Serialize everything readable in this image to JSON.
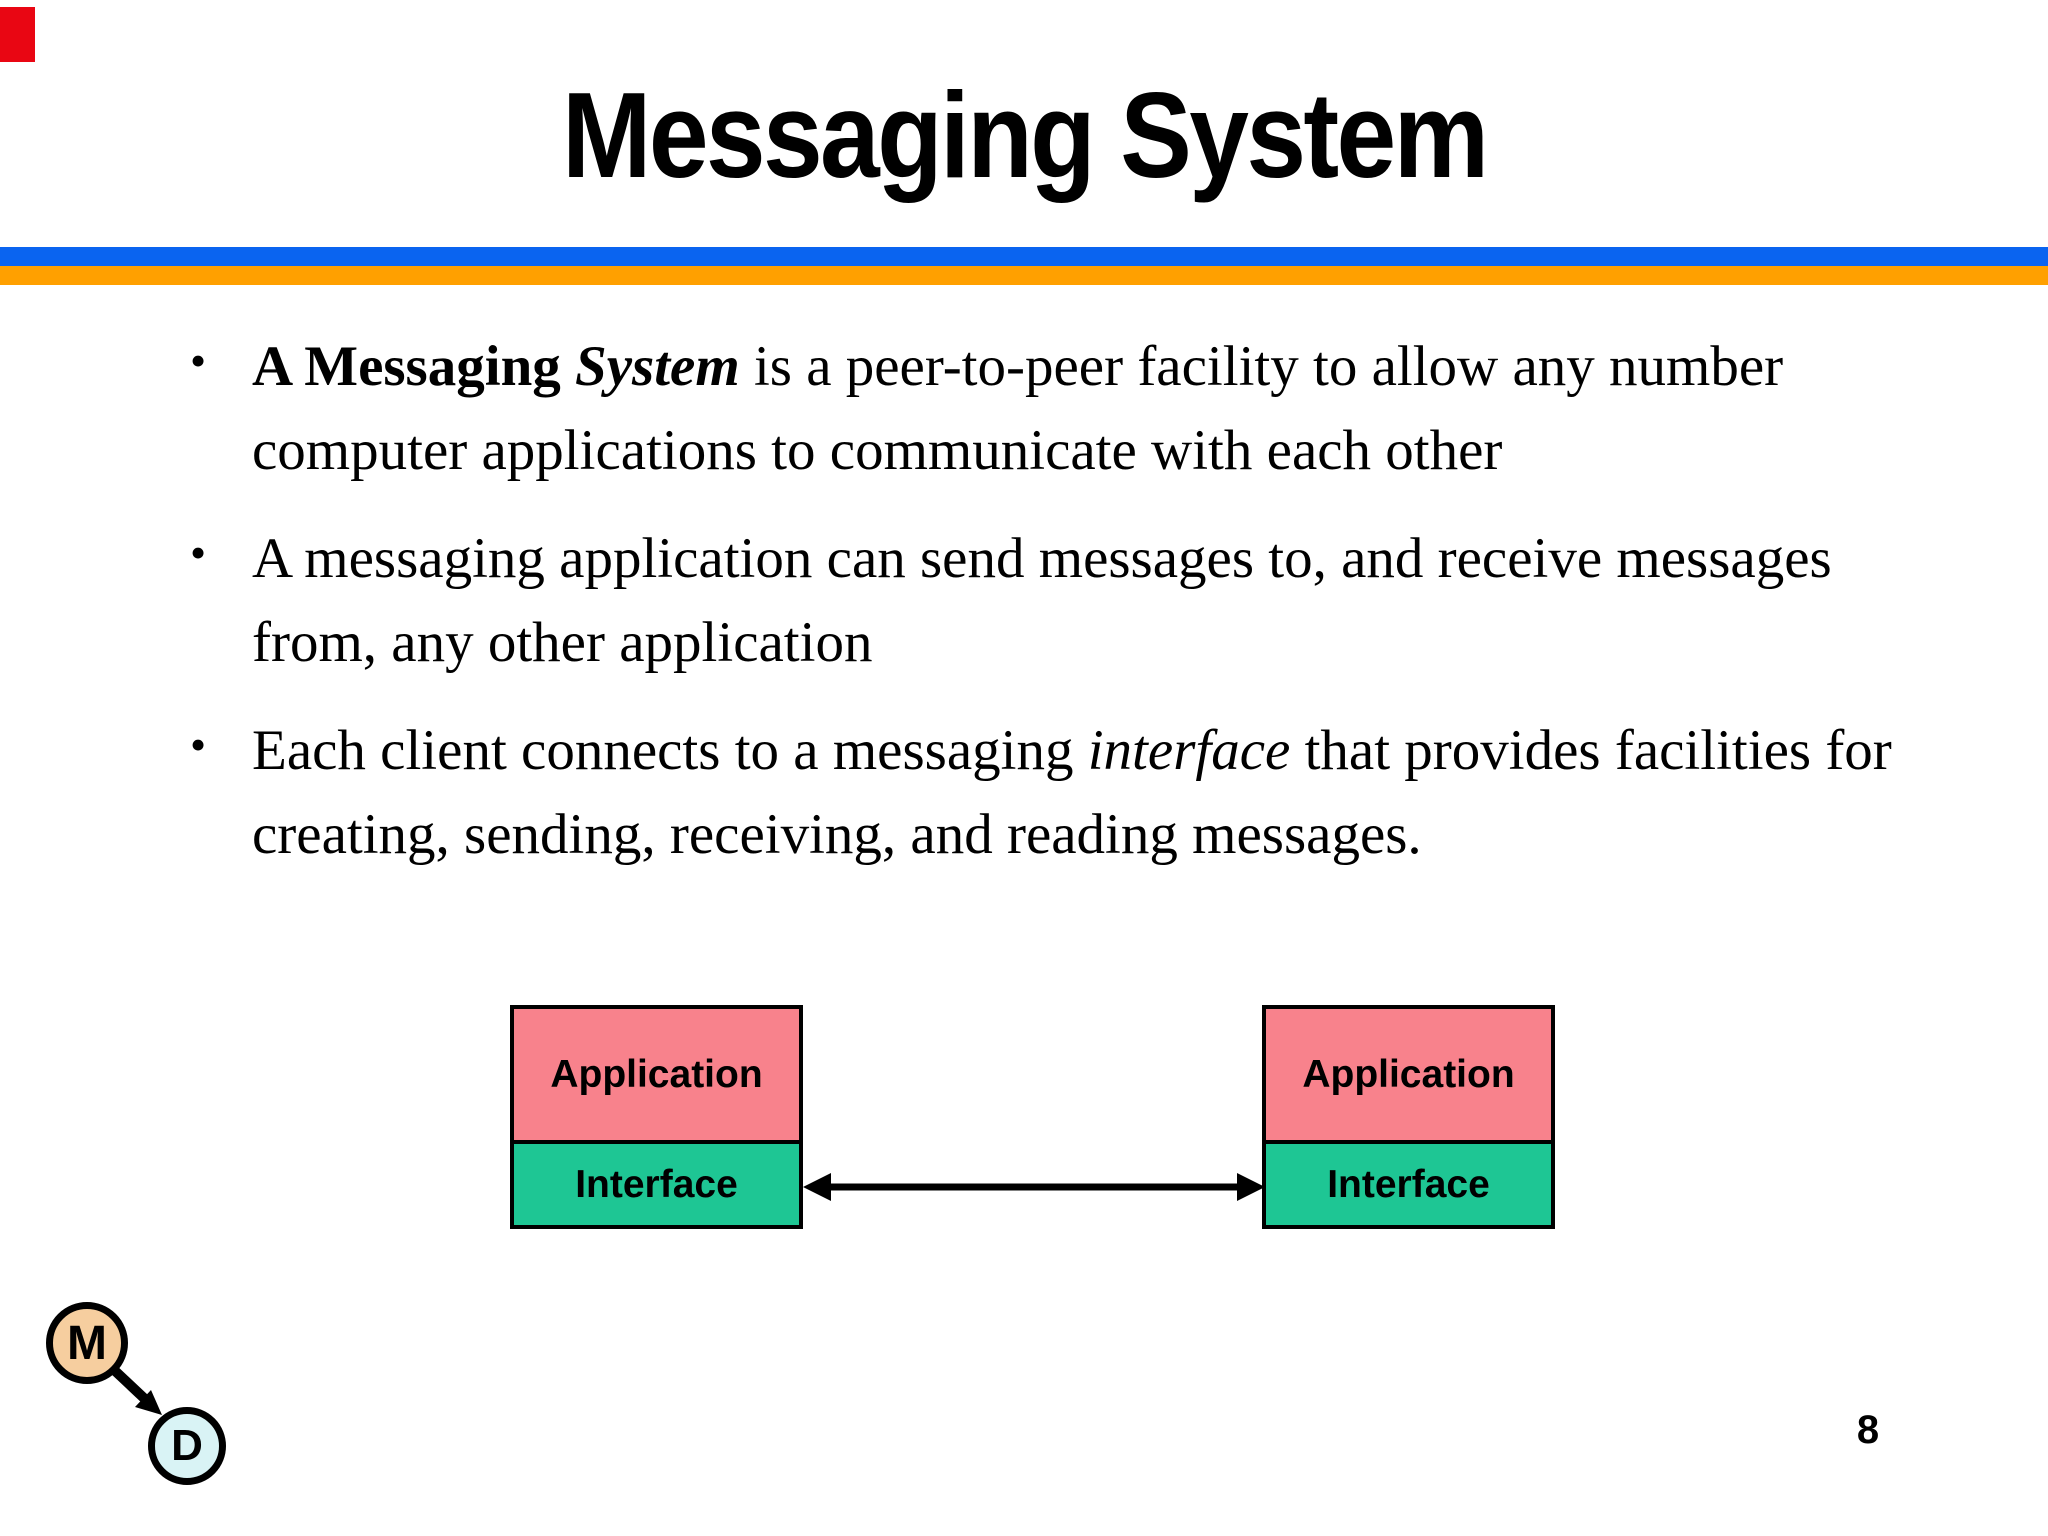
{
  "slide": {
    "title": "Messaging System",
    "page_number": "8",
    "bullet_char": "•"
  },
  "colors": {
    "divider_blue": "#0a64f0",
    "divider_orange": "#ffa000",
    "corner_red": "#e90613",
    "box_application_pink": "#f8828c",
    "box_interface_green": "#1ec694",
    "badge_m_fill": "#f6ce9f",
    "badge_d_fill": "#d9f3f5",
    "line_black": "#000000"
  },
  "bullets": [
    {
      "segments": [
        {
          "text": "A Messaging ",
          "style": "bold"
        },
        {
          "text": "System",
          "style": "bold-italic"
        },
        {
          "text": " is a peer-to-peer facility to allow any number computer applications to communicate with each other",
          "style": "normal"
        }
      ]
    },
    {
      "segments": [
        {
          "text": "A messaging application can send messages to, and receive messages from, any other application",
          "style": "normal"
        }
      ]
    },
    {
      "segments": [
        {
          "text": "Each client connects to a messaging ",
          "style": "normal"
        },
        {
          "text": "interface",
          "style": "italic"
        },
        {
          "text": " that provides facilities for creating, sending, receiving, and reading messages.",
          "style": "normal"
        }
      ]
    }
  ],
  "diagram": {
    "left_box": {
      "top_label": "Application",
      "bottom_label": "Interface"
    },
    "right_box": {
      "top_label": "Application",
      "bottom_label": "Interface"
    }
  },
  "badges": {
    "m_label": "M",
    "d_label": "D"
  }
}
